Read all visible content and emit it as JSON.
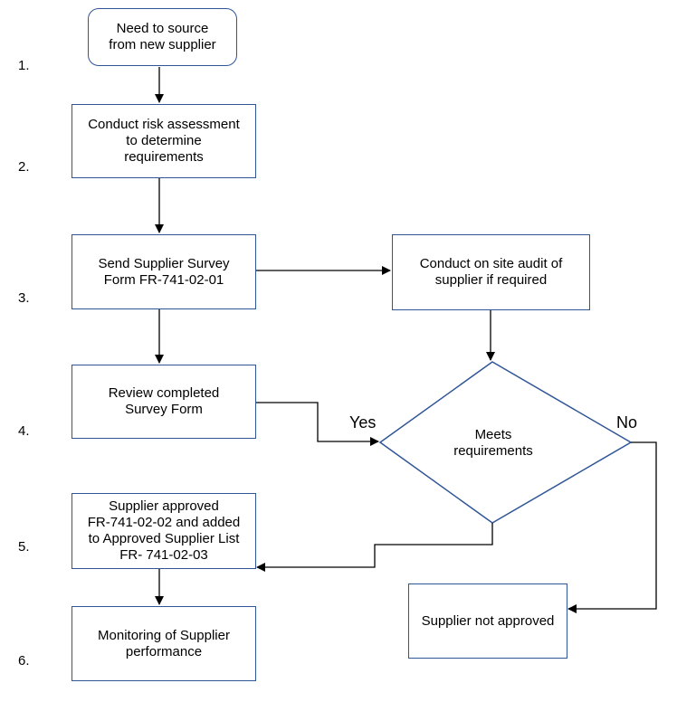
{
  "steps": {
    "s1": "Need to source\nfrom new supplier",
    "s2": "Conduct risk assessment\nto determine\nrequirements",
    "s3": "Send Supplier Survey\nForm FR-741-02-01",
    "s3b": "Conduct on site audit of\nsupplier if required",
    "s4": "Review completed\nSurvey Form",
    "decision": "Meets\nrequirements",
    "s5": "Supplier approved\nFR-741-02-02 and added\nto Approved Supplier List\nFR- 741-02-03",
    "s6": "Monitoring of Supplier\nperformance",
    "not_approved": "Supplier not approved"
  },
  "labels": {
    "yes": "Yes",
    "no": "No"
  },
  "numbers": [
    "1.",
    "2.",
    "3.",
    "4.",
    "5.",
    "6."
  ],
  "colors": {
    "border": "#2f5597",
    "connector": "#000000"
  }
}
